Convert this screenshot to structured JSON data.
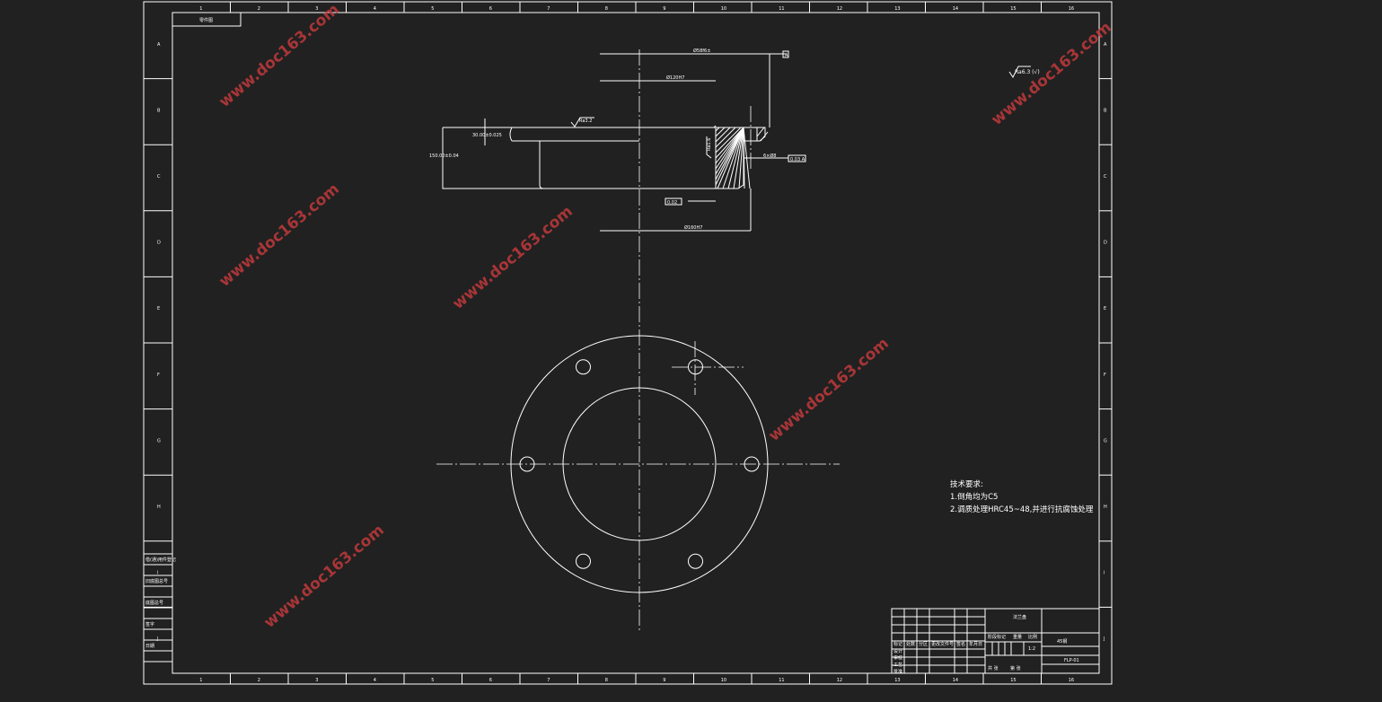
{
  "frame": {
    "columns": [
      "1",
      "2",
      "3",
      "4",
      "5",
      "6",
      "7",
      "8",
      "9",
      "10",
      "11",
      "12",
      "13",
      "14",
      "15",
      "16"
    ],
    "rows": [
      "A",
      "B",
      "C",
      "D",
      "E",
      "F",
      "G",
      "H",
      "I",
      "J"
    ],
    "drawing_no_box": "零件图"
  },
  "dimensions": {
    "d_outer": "Ø58f6±",
    "d_bore": "Ø120H7",
    "d_pitch": "Ø160H7",
    "thickness": "30.00±0.025",
    "height": "150.00±0.04",
    "ra_top": "Ra3.2",
    "ra_side": "Ra1.6",
    "datum": "A",
    "tolerance_frame": "0.03 A",
    "flatness_frame": "0.02",
    "hole_callout": "6×Ø8"
  },
  "roughness_general": "Ra6.3 (√)",
  "tech_requirements": {
    "title": "技术要求:",
    "items": [
      "1.倒角均为C5",
      "2.调质处理HRC45~48,并进行抗腐蚀处理"
    ]
  },
  "title_block": {
    "part_name": "法兰盘",
    "headers": [
      "标记",
      "处数",
      "分区",
      "更改文件号",
      "签名",
      "年月日"
    ],
    "roles": [
      "设计",
      "审核",
      "工艺",
      "批准"
    ],
    "stage": "阶段标记",
    "weight": "重量",
    "scale": "比例",
    "scale_value": "1:2",
    "material": "45钢",
    "sheets": "共 张",
    "sheet": "第 张",
    "drawing_code": "FLP-01"
  },
  "left_table": [
    "借(通)用件登记",
    "旧底图总号",
    "底图总号",
    "签字",
    "日期"
  ],
  "watermark": "www.doc163.com"
}
